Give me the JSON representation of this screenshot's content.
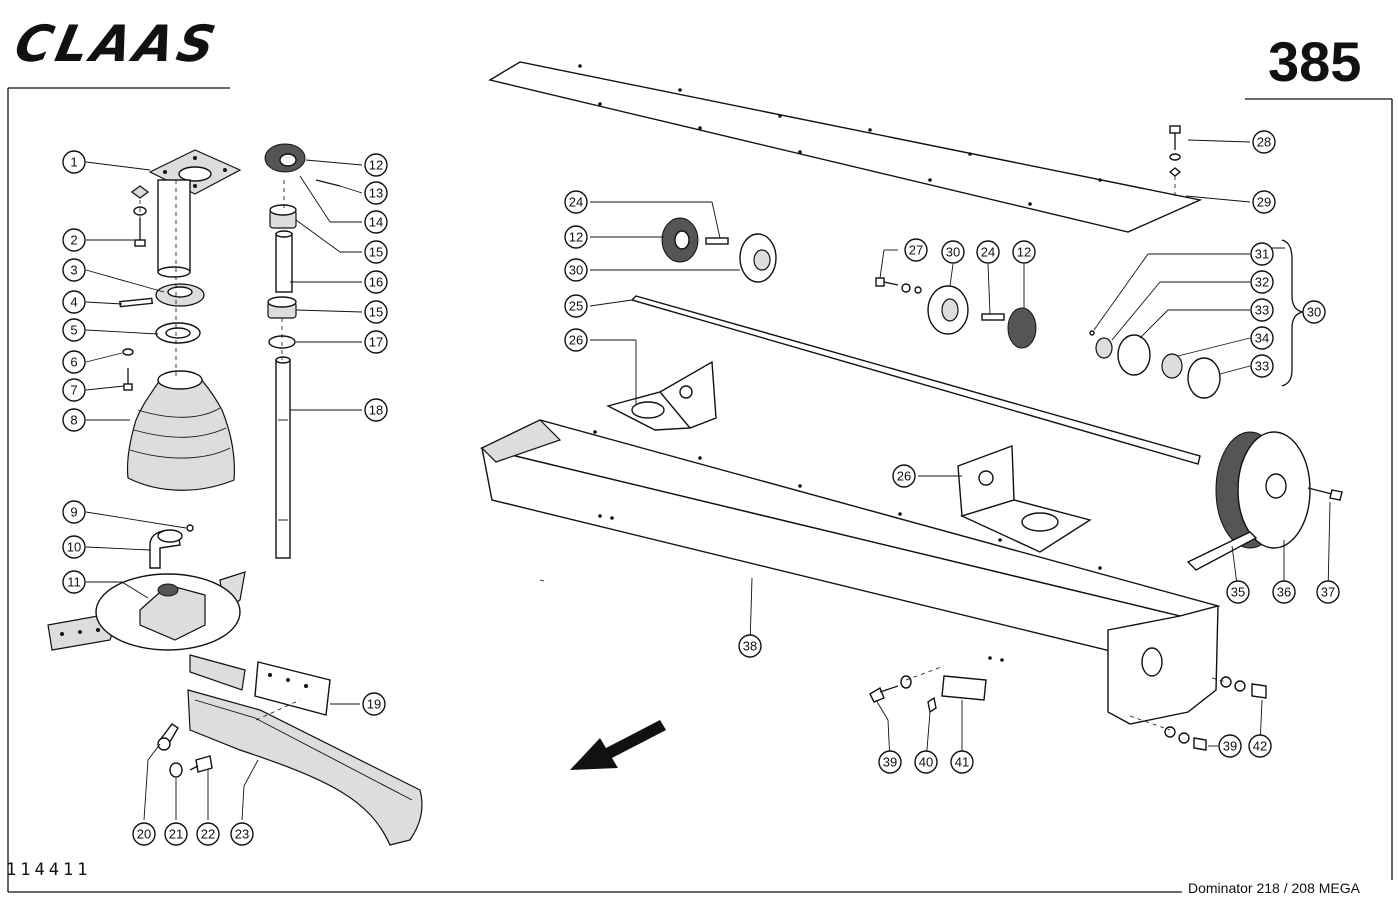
{
  "header": {
    "brand": "CLAAS",
    "page_number": "385"
  },
  "footer": {
    "catalog_number": "114411",
    "model": "Dominator 218 / 208 MEGA"
  },
  "callouts": [
    "1",
    "2",
    "3",
    "4",
    "5",
    "6",
    "7",
    "8",
    "9",
    "10",
    "11",
    "12",
    "13",
    "14",
    "15",
    "16",
    "15",
    "17",
    "18",
    "19",
    "20",
    "21",
    "22",
    "23",
    "24",
    "12",
    "30",
    "25",
    "26",
    "27",
    "30",
    "24",
    "12",
    "28",
    "29",
    "31",
    "32",
    "33",
    "34",
    "33",
    "30",
    "26",
    "35",
    "36",
    "37",
    "38",
    "39",
    "40",
    "41",
    "39",
    "42"
  ]
}
